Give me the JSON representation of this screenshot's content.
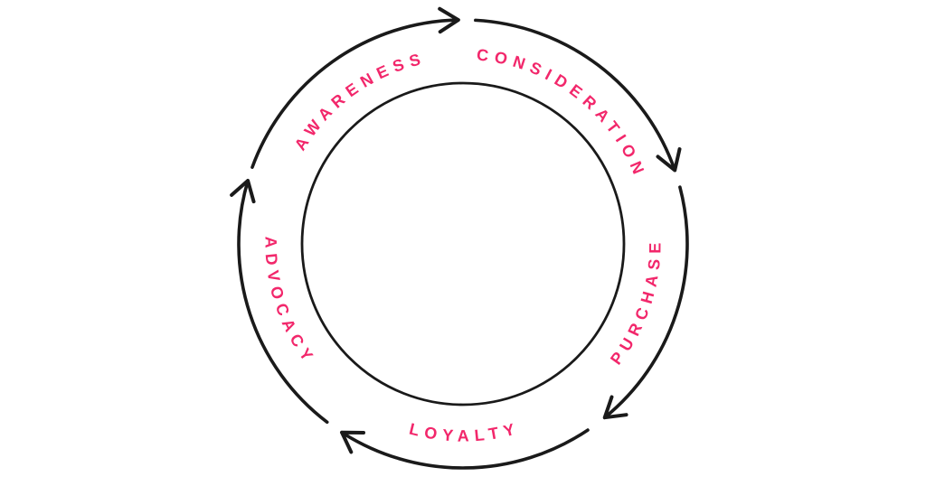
{
  "colors": {
    "accent": "#F2276B",
    "ink": "#1A1A1A",
    "background": "#FFFFFF"
  },
  "diagram": {
    "type": "cycle",
    "direction": "clockwise",
    "stages": [
      {
        "label": "AWARENESS",
        "arc_start_deg": 290.0,
        "arc_end_deg": 358.8,
        "label_side": "outer"
      },
      {
        "label": "CONSIDERATION",
        "arc_start_deg": 3.2,
        "arc_end_deg": 70.8,
        "label_side": "outer"
      },
      {
        "label": "PURCHASE",
        "arc_start_deg": 75.3,
        "arc_end_deg": 140.8,
        "label_side": "inner"
      },
      {
        "label": "LOYALTY",
        "arc_start_deg": 146.2,
        "arc_end_deg": 212.7,
        "label_side": "inner"
      },
      {
        "label": "ADVOCACY",
        "arc_start_deg": 217.3,
        "arc_end_deg": 286.4,
        "label_side": "inner"
      }
    ]
  }
}
